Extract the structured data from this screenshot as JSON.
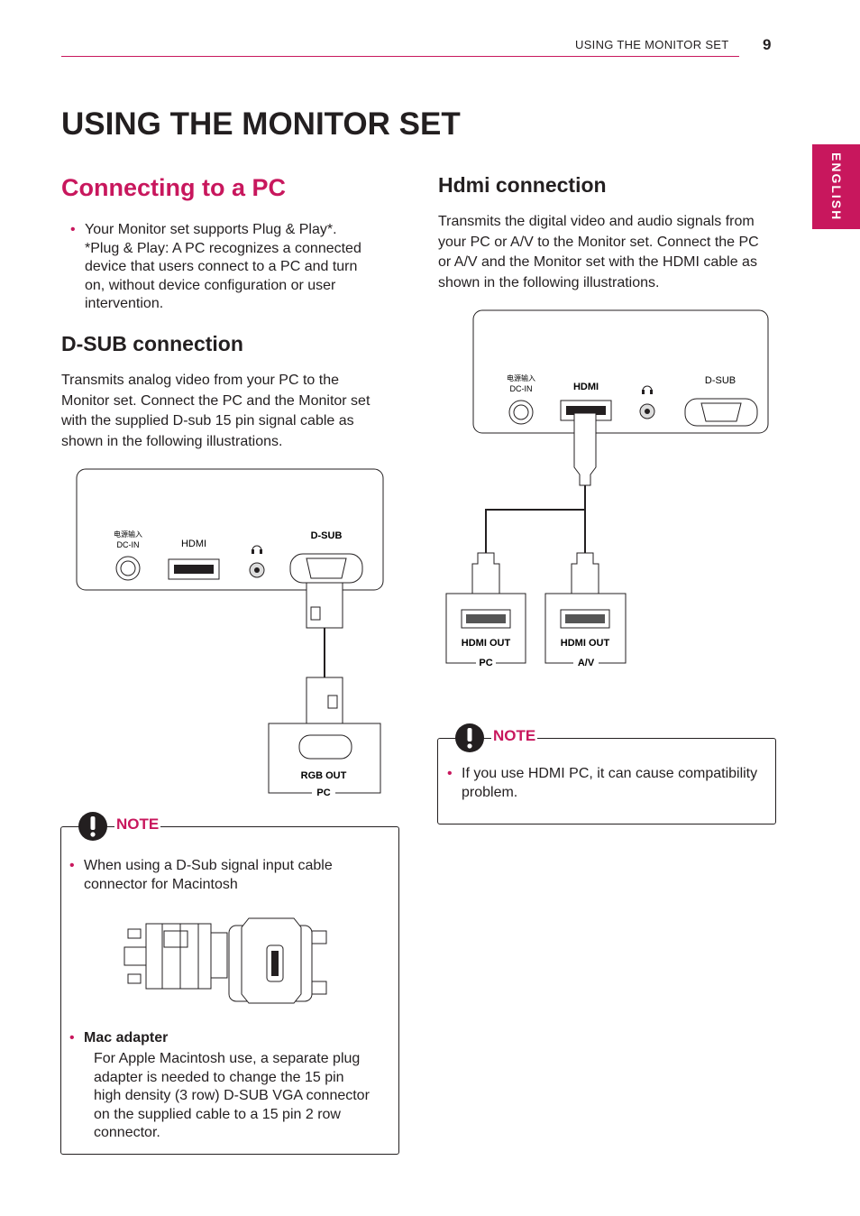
{
  "header": {
    "section": "USING THE MONITOR SET",
    "page_number": "9"
  },
  "side_tab": "ENGLISH",
  "title": "USING THE MONITOR SET",
  "pc": {
    "heading": "Connecting to a PC",
    "bullet_lines": [
      "Your Monitor set supports Plug & Play*.",
      "*Plug & Play:  A PC recognizes a connected",
      "device that users connect to a PC and turn",
      "on, without device configuration or user",
      "intervention."
    ]
  },
  "dsub": {
    "heading": "D-SUB connection",
    "lines": [
      "Transmits analog video from your PC to the",
      "Monitor set. Connect the PC and the Monitor set",
      "with the supplied D-sub 15 pin signal cable as",
      "shown in the following illustrations."
    ],
    "diagram": {
      "dcin_cn": "电源输入",
      "dcin": "DC-IN",
      "hdmi": "HDMI",
      "dsub": "D-SUB",
      "rgb_out": "RGB OUT",
      "pc": "PC"
    }
  },
  "hdmi": {
    "heading": "Hdmi connection",
    "lines": [
      "Transmits the digital video and audio signals from",
      "your PC or A/V to the Monitor set. Connect the PC",
      "or A/V and the Monitor set with the HDMI cable as",
      "shown in the following illustrations."
    ],
    "diagram": {
      "dcin_cn": "电源输入",
      "dcin": "DC-IN",
      "hdmi": "HDMI",
      "dsub": "D-SUB",
      "out1": "HDMI OUT",
      "src1": "PC",
      "out2": "HDMI OUT",
      "src2": "A/V"
    }
  },
  "note_left": {
    "label": "NOTE",
    "bullet1_lines": [
      "When using a D-Sub signal input cable",
      "connector for Macintosh"
    ],
    "mac_heading": "Mac adapter",
    "mac_lines": [
      "For Apple Macintosh use, a separate plug",
      "adapter is needed to change the 15 pin",
      "high density (3 row) D-SUB VGA connector",
      "on the supplied cable to a 15 pin 2 row",
      "connector."
    ]
  },
  "note_right": {
    "label": "NOTE",
    "bullet_lines": [
      "If you use HDMI PC, it can cause compatibility",
      "problem."
    ]
  },
  "colors": {
    "accent": "#c8175d",
    "text": "#231f20"
  },
  "icons": [
    "warning-icon",
    "headphone-icon"
  ]
}
